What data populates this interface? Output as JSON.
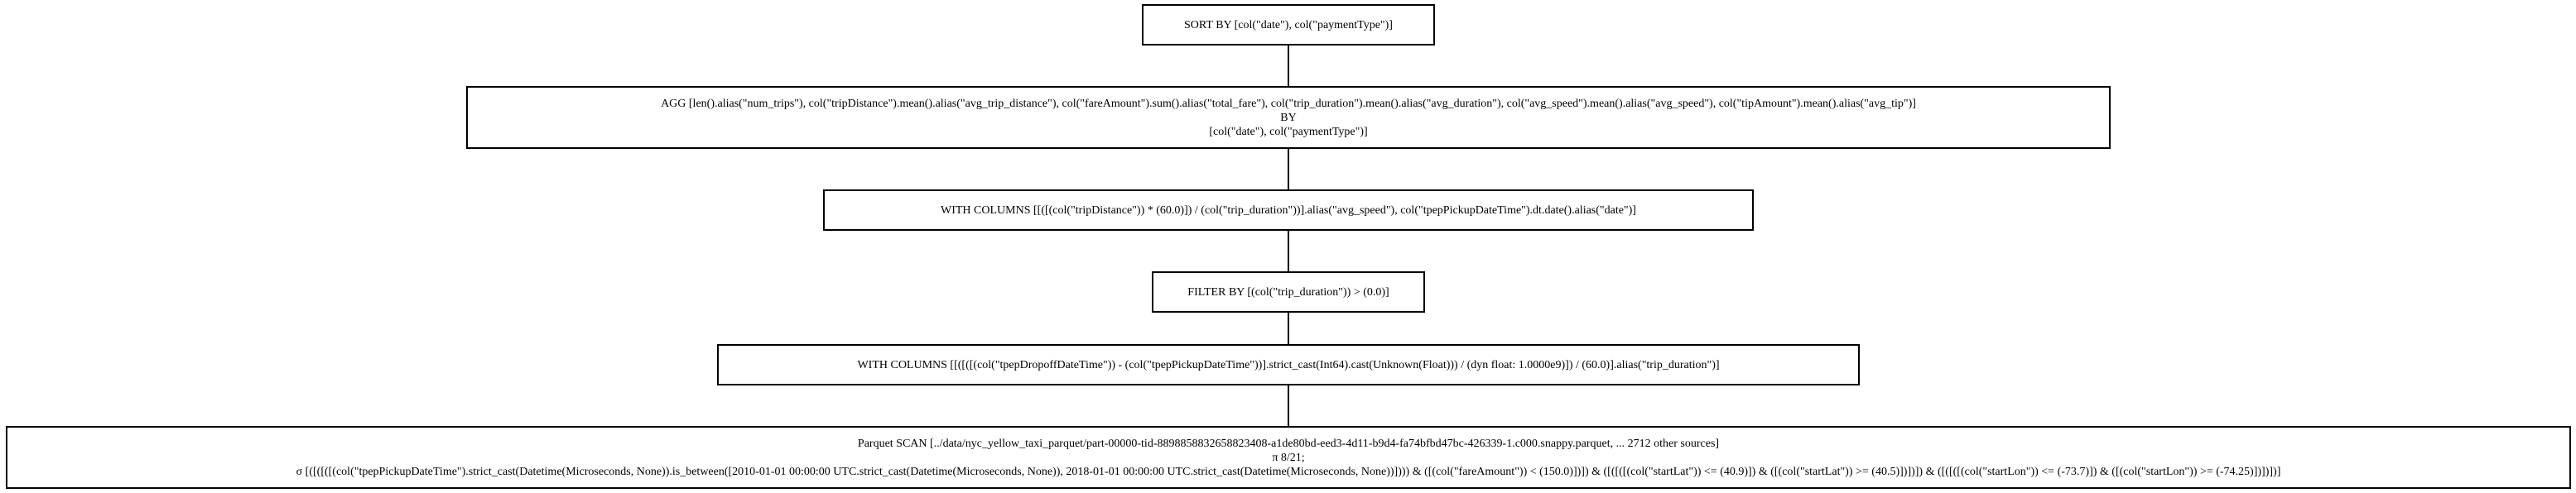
{
  "plan": {
    "nodes": [
      {
        "id": "sort",
        "lines": [
          "SORT BY [col(\"date\"), col(\"paymentType\")]"
        ]
      },
      {
        "id": "agg",
        "lines": [
          "AGG [len().alias(\"num_trips\"), col(\"tripDistance\").mean().alias(\"avg_trip_distance\"), col(\"fareAmount\").sum().alias(\"total_fare\"), col(\"trip_duration\").mean().alias(\"avg_duration\"), col(\"avg_speed\").mean().alias(\"avg_speed\"), col(\"tipAmount\").mean().alias(\"avg_tip\")]",
          "BY",
          "[col(\"date\"), col(\"paymentType\")]"
        ]
      },
      {
        "id": "with-columns-speed",
        "lines": [
          "WITH COLUMNS [[([(col(\"tripDistance\")) * (60.0)]) / (col(\"trip_duration\"))].alias(\"avg_speed\"), col(\"tpepPickupDateTime\").dt.date().alias(\"date\")]"
        ]
      },
      {
        "id": "filter",
        "lines": [
          "FILTER BY [(col(\"trip_duration\")) > (0.0)]"
        ]
      },
      {
        "id": "with-columns-duration",
        "lines": [
          "WITH COLUMNS [[([([(col(\"tpepDropoffDateTime\")) - (col(\"tpepPickupDateTime\"))].strict_cast(Int64).cast(Unknown(Float))) / (dyn float: 1.0000e9)]) / (60.0)].alias(\"trip_duration\")]"
        ]
      },
      {
        "id": "parquet-scan",
        "lines": [
          "Parquet SCAN [../data/nyc_yellow_taxi_parquet/part-00000-tid-8898858832658823408-a1de80bd-eed3-4d11-b9d4-fa74bfbd47bc-426339-1.c000.snappy.parquet, ... 2712 other sources]",
          "π 8/21;",
          "σ [([([([(col(\"tpepPickupDateTime\").strict_cast(Datetime(Microseconds, None)).is_between([2010-01-01 00:00:00 UTC.strict_cast(Datetime(Microseconds, None)), 2018-01-01 00:00:00 UTC.strict_cast(Datetime(Microseconds, None))]))) & ([(col(\"fareAmount\")) < (150.0)])]) & ([([([(col(\"startLat\")) <= (40.9)]) & ([(col(\"startLat\")) >= (40.5)])])]) & ([([([(col(\"startLon\")) <= (-73.7)]) & ([(col(\"startLon\")) >= (-74.25)])])])]"
        ]
      }
    ]
  }
}
